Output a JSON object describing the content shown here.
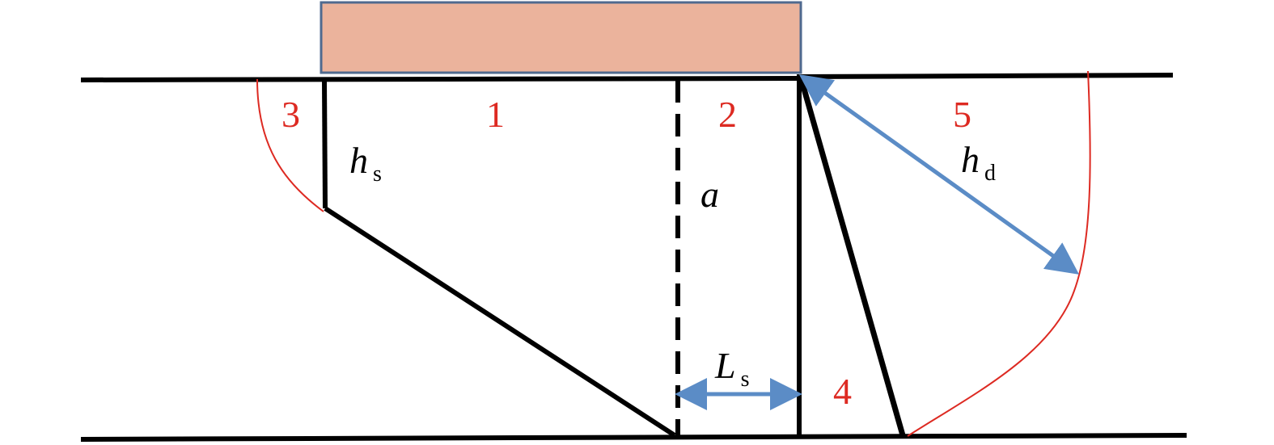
{
  "colors": {
    "block_fill": "#EBB39C",
    "block_stroke": "#4F6A8F",
    "line": "#000000",
    "arrow": "#5B8CC6",
    "curve": "#DD2A22",
    "zone_text": "#DD2A22",
    "var_text": "#000000"
  },
  "zones": {
    "z1": "1",
    "z2": "2",
    "z3": "3",
    "z4": "4",
    "z5": "5"
  },
  "variables": {
    "hs_main": "h",
    "hs_sub": "s",
    "hd_main": "h",
    "hd_sub": "d",
    "a": "a",
    "ls_main": "L",
    "ls_sub": "s"
  }
}
